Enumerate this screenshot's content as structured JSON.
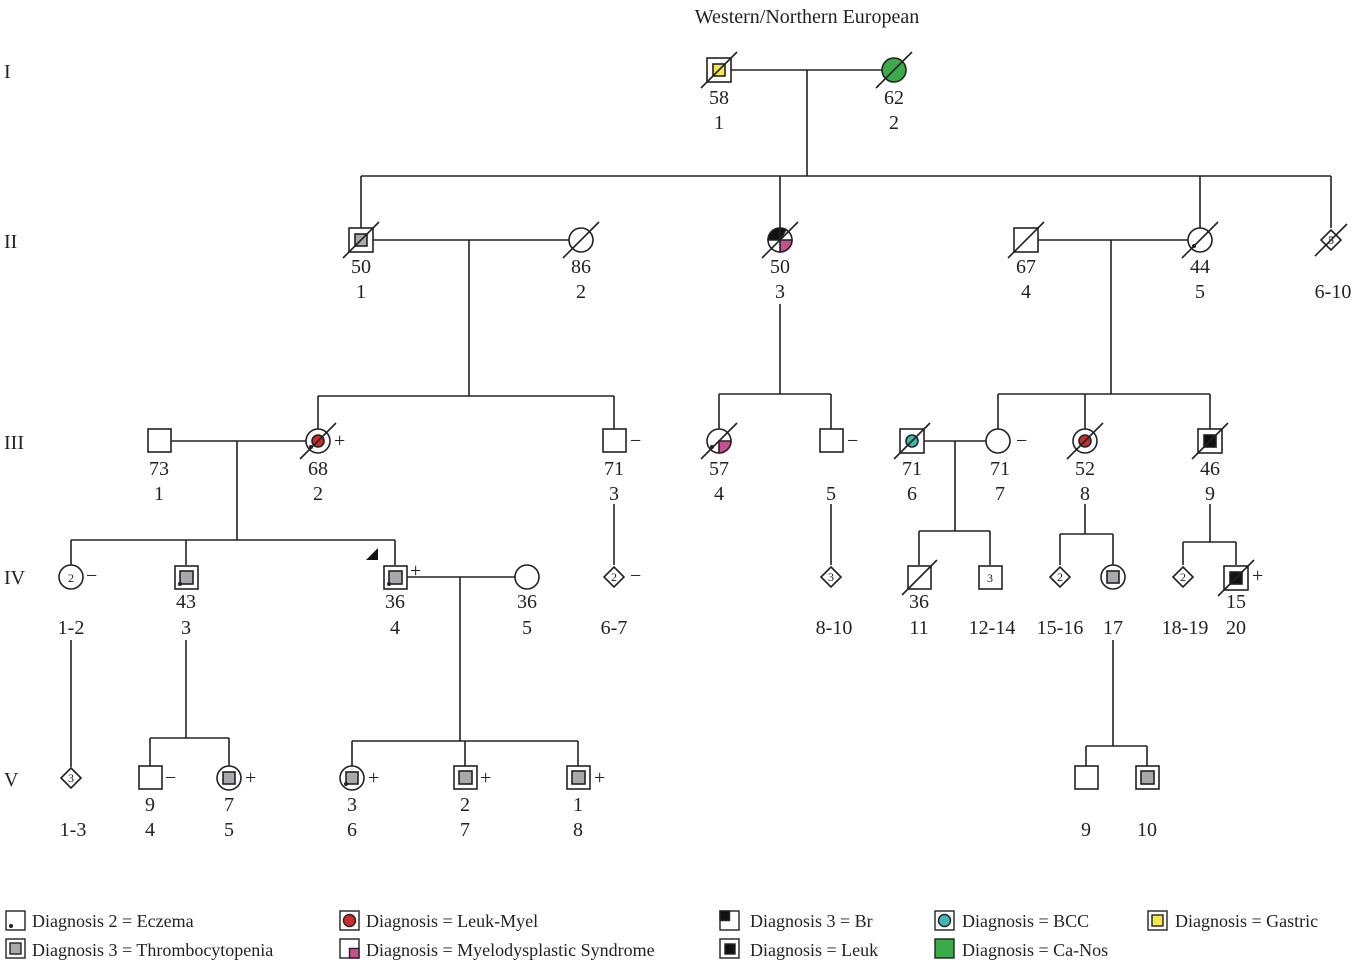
{
  "title": "Western/Northern European",
  "generations": [
    "I",
    "II",
    "III",
    "IV",
    "V"
  ],
  "colors": {
    "leuk_myel": "#cc2b2b",
    "myelodysplastic": "#c8508f",
    "bcc": "#3fb7b4",
    "gastric": "#f3e64e",
    "ca_nos": "#3bab4a",
    "thrombocytopenia": "#a7a9ac",
    "black": "#111111"
  },
  "individuals": [
    {
      "gen": "I",
      "age": "58",
      "idx": "1"
    },
    {
      "gen": "I",
      "age": "62",
      "idx": "2"
    },
    {
      "gen": "II",
      "age": "50",
      "idx": "1"
    },
    {
      "gen": "II",
      "age": "86",
      "idx": "2"
    },
    {
      "gen": "II",
      "age": "50",
      "idx": "3"
    },
    {
      "gen": "II",
      "age": "67",
      "idx": "4"
    },
    {
      "gen": "II",
      "age": "44",
      "idx": "5"
    },
    {
      "gen": "II",
      "age": "",
      "idx": "6-10",
      "count": "5"
    },
    {
      "gen": "III",
      "age": "73",
      "idx": "1"
    },
    {
      "gen": "III",
      "age": "68",
      "idx": "2",
      "sign": "+"
    },
    {
      "gen": "III",
      "age": "71",
      "idx": "3",
      "sign": "−"
    },
    {
      "gen": "III",
      "age": "57",
      "idx": "4"
    },
    {
      "gen": "III",
      "age": "",
      "idx": "5",
      "sign": "−"
    },
    {
      "gen": "III",
      "age": "71",
      "idx": "6"
    },
    {
      "gen": "III",
      "age": "71",
      "idx": "7",
      "sign": "−"
    },
    {
      "gen": "III",
      "age": "52",
      "idx": "8"
    },
    {
      "gen": "III",
      "age": "46",
      "idx": "9"
    },
    {
      "gen": "IV",
      "age": "",
      "idx": "1-2",
      "count": "2",
      "sign": "−"
    },
    {
      "gen": "IV",
      "age": "43",
      "idx": "3"
    },
    {
      "gen": "IV",
      "age": "36",
      "idx": "4",
      "sign": "+"
    },
    {
      "gen": "IV",
      "age": "36",
      "idx": "5"
    },
    {
      "gen": "IV",
      "age": "",
      "idx": "6-7",
      "count": "2",
      "sign": "−"
    },
    {
      "gen": "IV",
      "age": "",
      "idx": "8-10",
      "count": "3"
    },
    {
      "gen": "IV",
      "age": "36",
      "idx": "11"
    },
    {
      "gen": "IV",
      "age": "",
      "idx": "12-14",
      "count": "3"
    },
    {
      "gen": "IV",
      "age": "",
      "idx": "15-16",
      "count": "2"
    },
    {
      "gen": "IV",
      "age": "",
      "idx": "17"
    },
    {
      "gen": "IV",
      "age": "",
      "idx": "18-19",
      "count": "2"
    },
    {
      "gen": "IV",
      "age": "15",
      "idx": "20",
      "sign": "+"
    },
    {
      "gen": "V",
      "age": "",
      "idx": "1-3",
      "count": "3"
    },
    {
      "gen": "V",
      "age": "9",
      "idx": "4",
      "sign": "−"
    },
    {
      "gen": "V",
      "age": "7",
      "idx": "5",
      "sign": "+"
    },
    {
      "gen": "V",
      "age": "3",
      "idx": "6",
      "sign": "+"
    },
    {
      "gen": "V",
      "age": "2",
      "idx": "7",
      "sign": "+"
    },
    {
      "gen": "V",
      "age": "1",
      "idx": "8",
      "sign": "+"
    },
    {
      "gen": "V",
      "age": "",
      "idx": "9"
    },
    {
      "gen": "V",
      "age": "",
      "idx": "10"
    }
  ],
  "legend": [
    {
      "key": "eczema",
      "label": "Diagnosis 2 = Eczema"
    },
    {
      "key": "thrombocytopenia",
      "label": "Diagnosis 3 = Thrombocytopenia"
    },
    {
      "key": "leuk_myel",
      "label": "Diagnosis = Leuk-Myel"
    },
    {
      "key": "myelodysplastic",
      "label": "Diagnosis = Myelodysplastic Syndrome"
    },
    {
      "key": "br",
      "label": "Diagnosis 3 = Br"
    },
    {
      "key": "leuk",
      "label": "Diagnosis = Leuk"
    },
    {
      "key": "bcc",
      "label": "Diagnosis = BCC"
    },
    {
      "key": "ca_nos",
      "label": "Diagnosis = Ca-Nos"
    },
    {
      "key": "gastric",
      "label": "Diagnosis = Gastric"
    }
  ]
}
